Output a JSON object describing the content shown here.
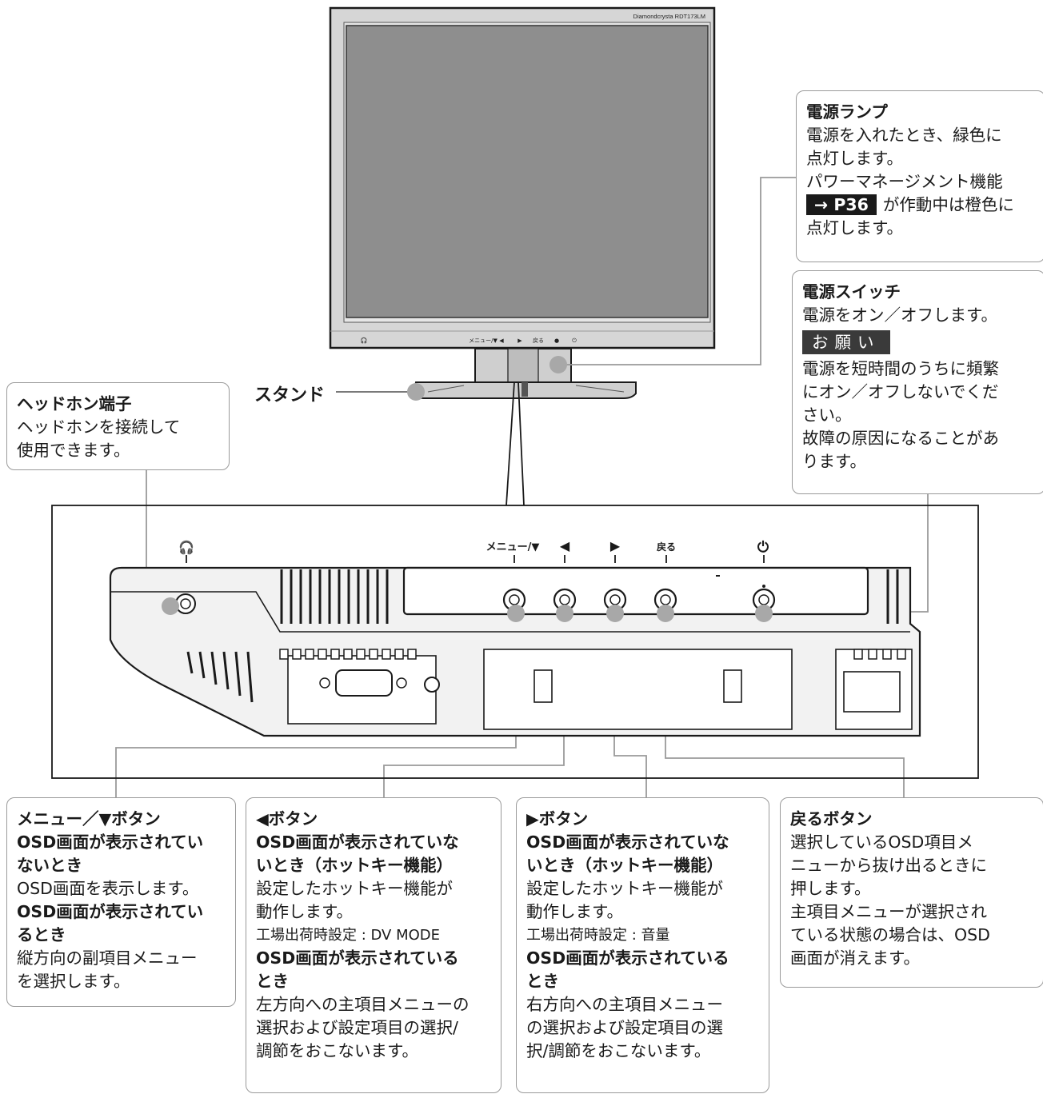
{
  "monitor": {
    "model": "Diamondcrysta RDT173LM",
    "bezel_icons": [
      "🎧",
      "メニュー/▼",
      "◀",
      "▶",
      "戻る",
      "●",
      "⏻"
    ]
  },
  "stand_label": "スタンド",
  "panel_labels": {
    "headphone": "🎧",
    "menu": "メニュー/▼",
    "left": "◀",
    "right": "▶",
    "back": "戻る",
    "power": "⏻"
  },
  "callouts": {
    "power_lamp": {
      "title": "電源ランプ",
      "line1": "電源を入れたとき、緑色に",
      "line2": "点灯します。",
      "line3": "パワーマネージメント機能",
      "ref": "→ P36",
      "line4": "が作動中は橙色に",
      "line5": "点灯します。"
    },
    "power_switch": {
      "title": "電源スイッチ",
      "line1": "電源をオン／オフします。",
      "note": "お願い",
      "line2": "電源を短時間のうちに頻繁",
      "line3": "にオン／オフしないでくだ",
      "line4": "さい。",
      "line5": "故障の原因になることがあ",
      "line6": "ります。"
    },
    "headphone": {
      "title": "ヘッドホン端子",
      "line1": "ヘッドホンを接続して",
      "line2": "使用できます。"
    },
    "menu_button": {
      "title": "メニュー／▼ボタン",
      "sub1a": "OSD画面が表示されてい",
      "sub1b": "ないとき",
      "line1": "OSD画面を表示します。",
      "sub2a": "OSD画面が表示されてい",
      "sub2b": "るとき",
      "line2": "縦方向の副項目メニュー",
      "line3": "を選択します。"
    },
    "left_button": {
      "title": "◀ボタン",
      "sub1a": "OSD画面が表示されていな",
      "sub1b": "いとき（ホットキー機能）",
      "line1": "設定したホットキー機能が",
      "line2": "動作します。",
      "factory": "工場出荷時設定 : DV MODE",
      "sub2a": "OSD画面が表示されている",
      "sub2b": "とき",
      "line3": "左方向への主項目メニューの",
      "line4": "選択および設定項目の選択/",
      "line5": "調節をおこないます。"
    },
    "right_button": {
      "title": "▶ボタン",
      "sub1a": "OSD画面が表示されていな",
      "sub1b": "いとき（ホットキー機能）",
      "line1": "設定したホットキー機能が",
      "line2": "動作します。",
      "factory": "工場出荷時設定 : 音量",
      "sub2a": "OSD画面が表示されている",
      "sub2b": "とき",
      "line3": "右方向への主項目メニュー",
      "line4": "の選択および設定項目の選",
      "line5": "択/調節をおこないます。"
    },
    "back_button": {
      "title": "戻るボタン",
      "line1": "選択しているOSD項目メ",
      "line2": "ニューから抜け出るときに",
      "line3": "押します。",
      "line4": "主項目メニューが選択され",
      "line5": "ている状態の場合は、OSD",
      "line6": "画面が消えます。"
    }
  },
  "colors": {
    "bezel": "#d6d6d6",
    "screen": "#8e8e8e",
    "frame": "#1a1a1a",
    "dot": "#a8a8a8",
    "leader": "#9a9a9a"
  }
}
